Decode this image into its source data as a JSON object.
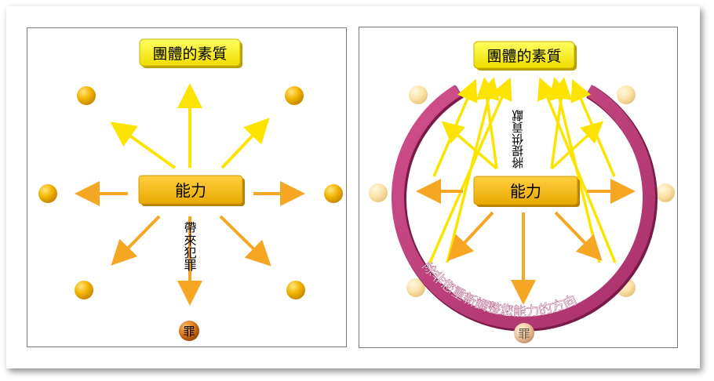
{
  "left": {
    "title": "團體的素質",
    "center": "能力",
    "side_text": "帶來犯罪",
    "bottom_node": "罪"
  },
  "right": {
    "title": "團體的素質",
    "center": "能力",
    "side_text": "將提供貢獻",
    "arc_text": "除非您重新調整您能力的方向",
    "bottom_node": "罪"
  },
  "colors": {
    "title_fill": "#fff200",
    "center_fill": "#f5b800",
    "dot": "#f2b400",
    "arrow_yellow": "#fce400",
    "arrow_orange": "#f5a623",
    "arc": "#c0407a",
    "sin_node": "#d9731a"
  }
}
